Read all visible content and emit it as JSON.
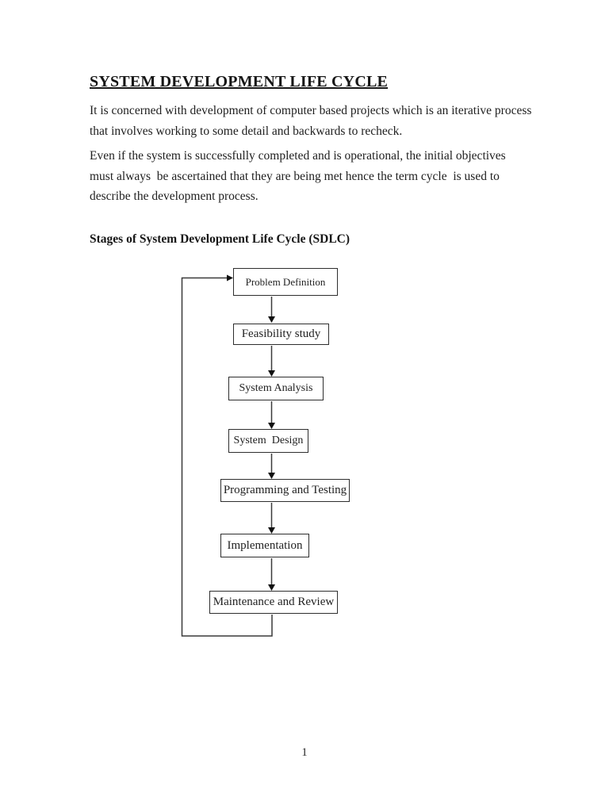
{
  "document": {
    "title": "SYSTEM DEVELOPMENT LIFE CYCLE",
    "paragraphs": [
      "It is concerned with development of computer based projects which is an iterative process that involves working to some detail and backwards to recheck.",
      "Even if the system is successfully completed and is operational, the initial objectives must always  be ascertained that they are being met hence the term cycle  is used to describe the development process."
    ],
    "section_heading": "Stages of System Development Life Cycle (SDLC)",
    "page_number": "1",
    "text_color": "#1c1c1c"
  },
  "flowchart": {
    "type": "flowchart",
    "direction": "top-to-bottom",
    "line_color": "#3a3a3a",
    "stages": [
      "Problem Definition",
      "Feasibility study",
      "System Analysis",
      "System  Design",
      "Programming and Testing",
      "Implementation",
      "Maintenance and Review"
    ],
    "edges": [
      {
        "from": "Problem Definition",
        "to": "Feasibility study",
        "type": "arrow"
      },
      {
        "from": "Feasibility study",
        "to": "System Analysis",
        "type": "arrow"
      },
      {
        "from": "System Analysis",
        "to": "System  Design",
        "type": "arrow"
      },
      {
        "from": "System  Design",
        "to": "Programming and Testing",
        "type": "arrow"
      },
      {
        "from": "Programming and Testing",
        "to": "Implementation",
        "type": "arrow"
      },
      {
        "from": "Implementation",
        "to": "Maintenance and Review",
        "type": "arrow"
      },
      {
        "from": "Maintenance and Review",
        "to": "Problem Definition",
        "type": "feedback-loop-arrow"
      }
    ]
  }
}
